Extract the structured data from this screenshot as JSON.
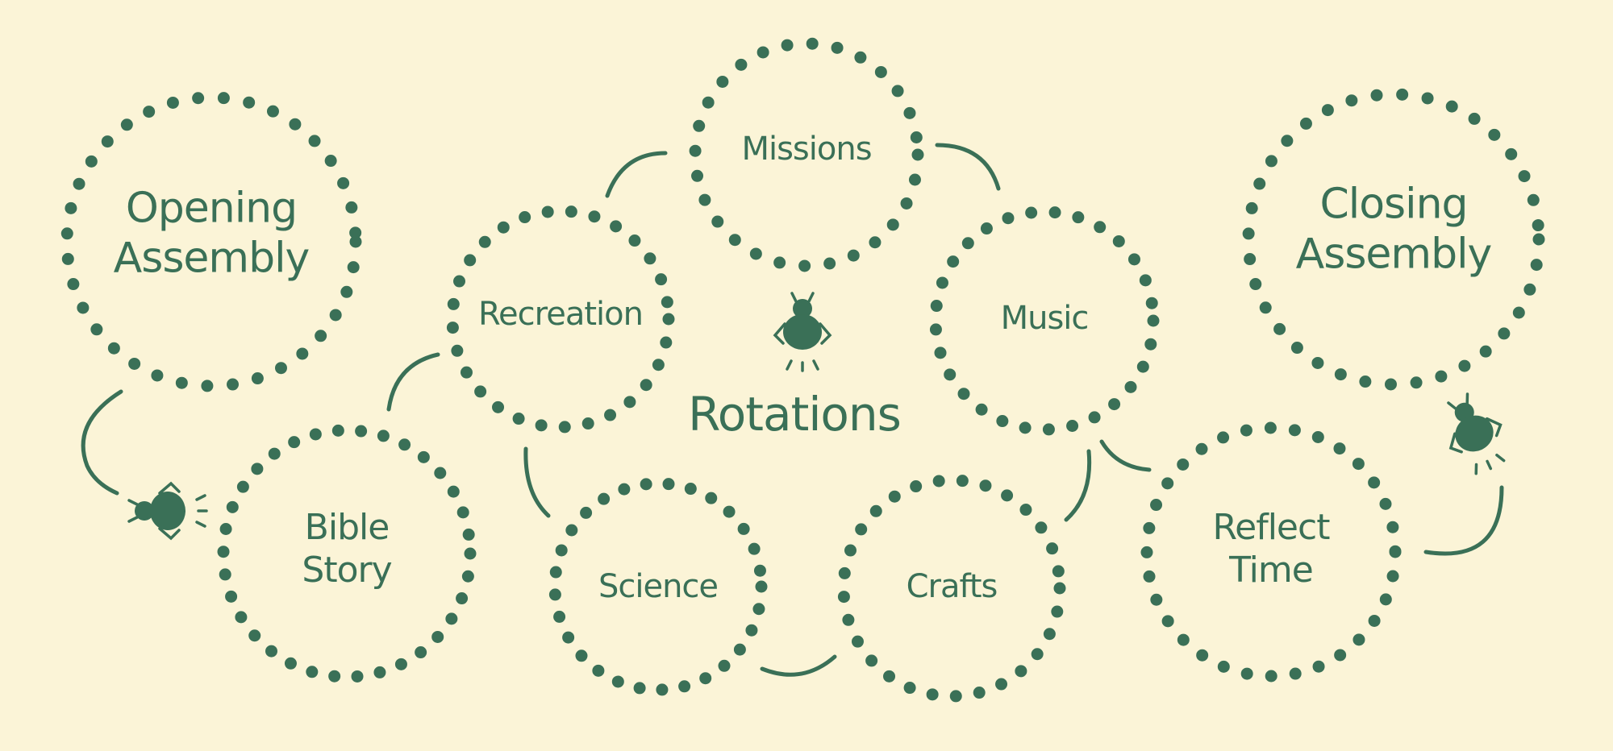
{
  "diagram": {
    "center_label": "Rotations",
    "colors": {
      "background": "#fbf4d7",
      "ink": "#3a7057"
    },
    "nodes": [
      {
        "id": "opening",
        "label": "Opening\nAssembly"
      },
      {
        "id": "missions",
        "label": "Missions"
      },
      {
        "id": "closing",
        "label": "Closing\nAssembly"
      },
      {
        "id": "recreation",
        "label": "Recreation"
      },
      {
        "id": "music",
        "label": "Music"
      },
      {
        "id": "bible",
        "label": "Bible\nStory"
      },
      {
        "id": "science",
        "label": "Science"
      },
      {
        "id": "crafts",
        "label": "Crafts"
      },
      {
        "id": "reflect",
        "label": "Reflect\nTime"
      }
    ],
    "icons": [
      "firefly-icon",
      "firefly-icon",
      "firefly-icon"
    ]
  }
}
